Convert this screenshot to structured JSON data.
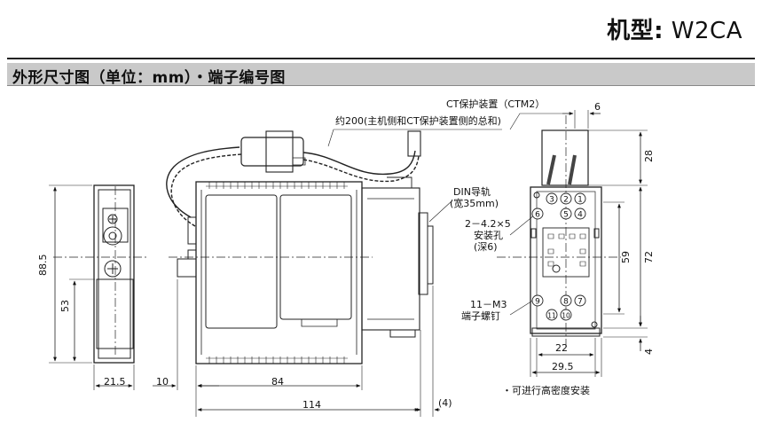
{
  "header": {
    "model_label": "机型:",
    "model_value": "W2CA"
  },
  "section": {
    "title": "外形尺寸图（单位：mm）・端子编号图"
  },
  "annotations": {
    "ct_protector": "CT保护装置（CTM2）",
    "cable_length": "约200(主机侧和CT保护装置侧的总和)",
    "din_rail_line1": "DIN导轨",
    "din_rail_line2": "(宽35mm)",
    "mount_hole_line1": "2－4.2×5",
    "mount_hole_line2": "安装孔",
    "mount_hole_line3": "(深6)",
    "terminal_screw_line1": "11－M3",
    "terminal_screw_line2": "端子螺钉",
    "high_density_note": "・可进行高密度安装"
  },
  "dimensions": {
    "height_88_5": "88.5",
    "height_53": "53",
    "width_21_5": "21.5",
    "width_10": "10",
    "width_84": "84",
    "width_114": "114",
    "width_4_paren": "(4)",
    "right_6": "6",
    "right_28": "28",
    "right_59": "59",
    "right_72": "72",
    "right_4": "4",
    "bottom_22": "22",
    "bottom_29_5": "29.5"
  },
  "terminals": [
    "1",
    "2",
    "3",
    "4",
    "5",
    "6",
    "7",
    "8",
    "9",
    "10",
    "11"
  ]
}
